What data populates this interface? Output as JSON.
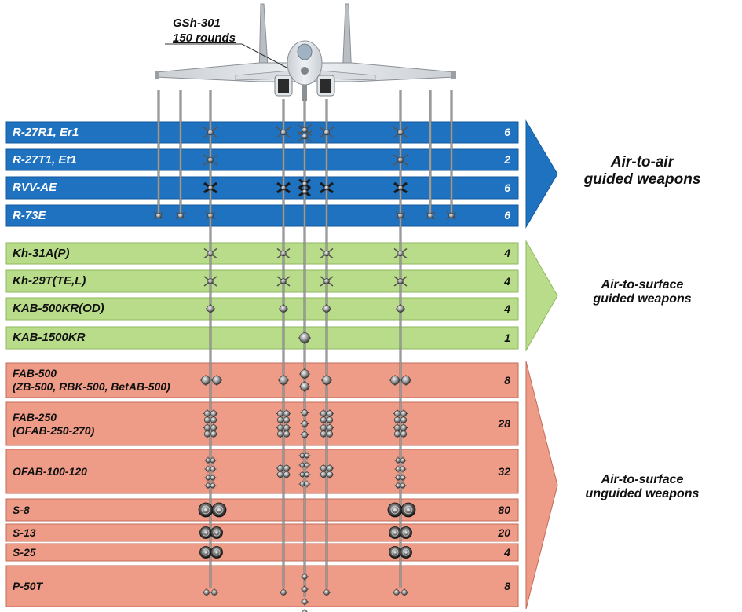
{
  "gun": {
    "line1": "GSh-301",
    "line2": "150 rounds"
  },
  "categories": [
    {
      "line1": "Air-to-air",
      "line2": "guided weapons"
    },
    {
      "line1": "Air-to-surface",
      "line2": "guided weapons"
    },
    {
      "line1": "Air-to-surface",
      "line2": "unguided weapons"
    }
  ],
  "weapons": [
    {
      "name": "R-27R1, Er1",
      "count": "6"
    },
    {
      "name": "R-27T1, Et1",
      "count": "2"
    },
    {
      "name": "RVV-AE",
      "count": "6"
    },
    {
      "name": "R-73E",
      "count": "6"
    },
    {
      "name": "Kh-31A(P)",
      "count": "4"
    },
    {
      "name": "Kh-29T(TE,L)",
      "count": "4"
    },
    {
      "name": "KAB-500KR(OD)",
      "count": "4"
    },
    {
      "name": "KAB-1500KR",
      "count": "1"
    },
    {
      "name": "FAB-500",
      "name2": "(ZB-500, RBK-500, BetAB-500)",
      "count": "8"
    },
    {
      "name": "FAB-250",
      "name2": "(OFAB-250-270)",
      "count": "28"
    },
    {
      "name": "OFAB-100-120",
      "count": "32"
    },
    {
      "name": "S-8",
      "count": "80"
    },
    {
      "name": "S-13",
      "count": "20"
    },
    {
      "name": "S-25",
      "count": "4"
    },
    {
      "name": "P-50T",
      "count": "8"
    }
  ],
  "colors": {
    "air_to_air": "#1f72bf",
    "air_to_surface_guided": "#b9dc8a",
    "air_to_surface_unguided": "#ee9c87",
    "pylon_line": "#777777"
  },
  "icons": [
    "aircraft-icon",
    "missile-icon",
    "bomb-icon",
    "rocket-pod-icon"
  ]
}
